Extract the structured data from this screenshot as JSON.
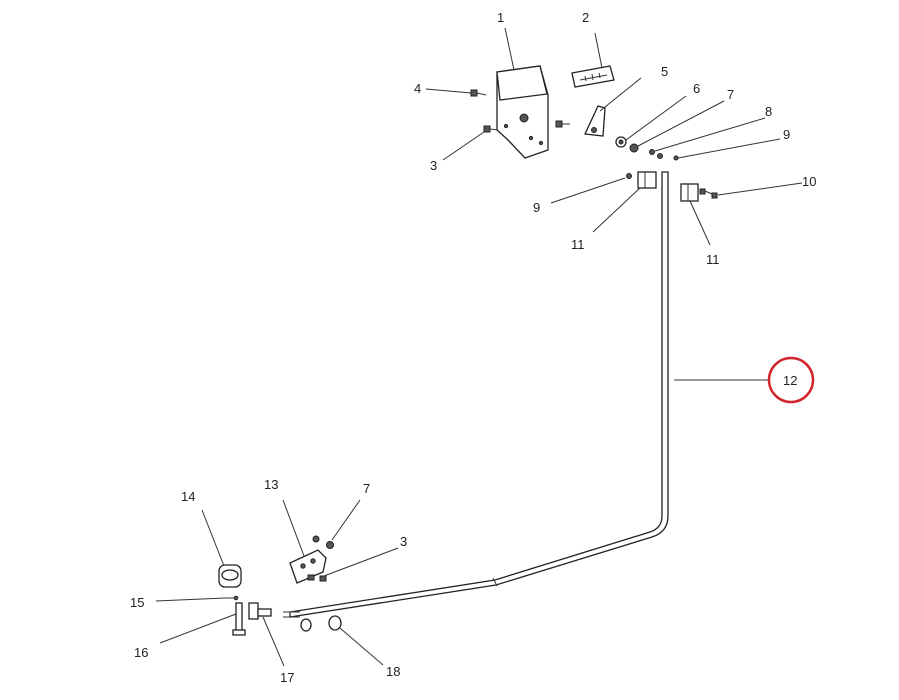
{
  "callouts": [
    {
      "id": "c1",
      "text": "1"
    },
    {
      "id": "c2",
      "text": "2"
    },
    {
      "id": "c4",
      "text": "4"
    },
    {
      "id": "c5",
      "text": "5"
    },
    {
      "id": "c6",
      "text": "6"
    },
    {
      "id": "c7a",
      "text": "7"
    },
    {
      "id": "c8",
      "text": "8"
    },
    {
      "id": "c3a",
      "text": "3"
    },
    {
      "id": "c9a",
      "text": "9"
    },
    {
      "id": "c9b",
      "text": "9"
    },
    {
      "id": "c10",
      "text": "10"
    },
    {
      "id": "c11a",
      "text": "11"
    },
    {
      "id": "c11b",
      "text": "11"
    },
    {
      "id": "c12",
      "text": "12"
    },
    {
      "id": "c14",
      "text": "14"
    },
    {
      "id": "c13",
      "text": "13"
    },
    {
      "id": "c7b",
      "text": "7"
    },
    {
      "id": "c3b",
      "text": "3"
    },
    {
      "id": "c15",
      "text": "15"
    },
    {
      "id": "c16",
      "text": "16"
    },
    {
      "id": "c17",
      "text": "17"
    },
    {
      "id": "c18",
      "text": "18"
    }
  ],
  "highlight": {
    "callout": "12",
    "color": "#d0252a"
  }
}
